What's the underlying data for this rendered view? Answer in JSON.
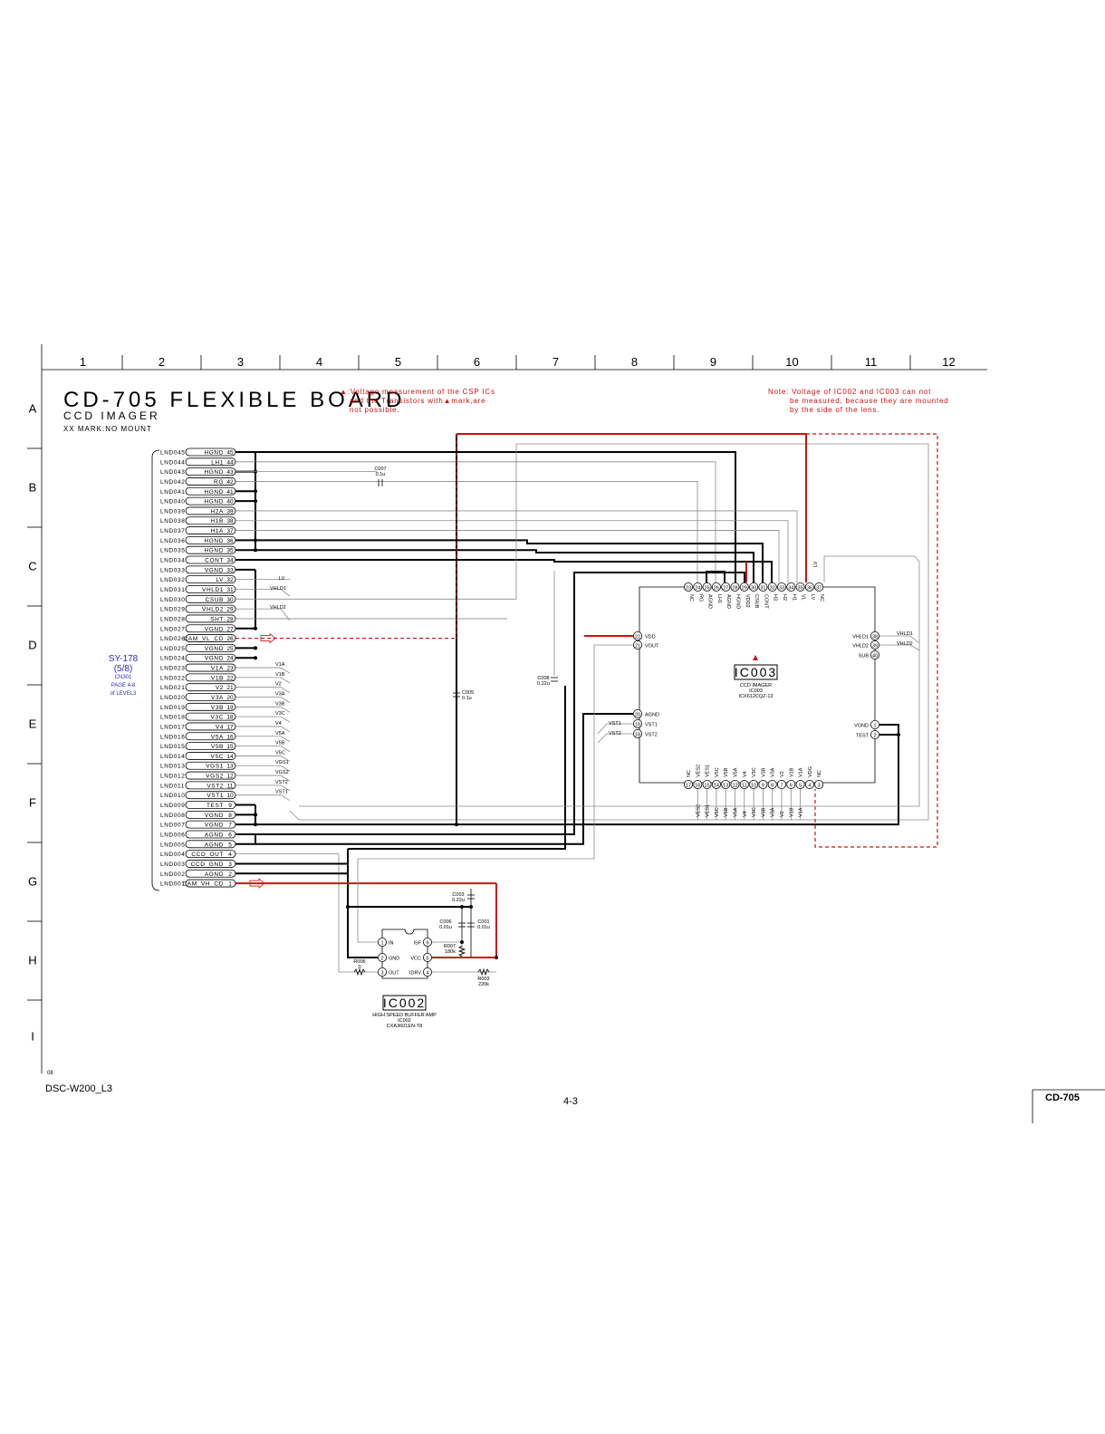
{
  "header": {
    "title": "CD-705 FLEXIBLE BOARD",
    "subtitle": "CCD IMAGER",
    "no_mount_note": "XX MARK:NO MOUNT",
    "warning_lines": [
      "▲:Voltage measurement of the CSP ICs",
      "and the Transistors with▲mark,are",
      "not possible."
    ],
    "note_lines": [
      "Note:  Voltage of IC002 and IC003 can not",
      "be measured, because they are mounted",
      "by the side of the lens."
    ]
  },
  "grid": {
    "columns": [
      "1",
      "2",
      "3",
      "4",
      "5",
      "6",
      "7",
      "8",
      "9",
      "10",
      "11",
      "12"
    ],
    "rows": [
      "A",
      "B",
      "C",
      "D",
      "E",
      "F",
      "G",
      "H",
      "I"
    ]
  },
  "connector_ref": {
    "lines": [
      "SY-178",
      "(5/8)",
      "CN301",
      "PAGE 4-8",
      "of LEVEL3"
    ]
  },
  "connector": {
    "pins": [
      {
        "land": "LND045",
        "name": "HGND",
        "num": "45"
      },
      {
        "land": "LND044",
        "name": "LH1",
        "num": "44"
      },
      {
        "land": "LND043",
        "name": "HGND",
        "num": "43"
      },
      {
        "land": "LND042",
        "name": "RG",
        "num": "42"
      },
      {
        "land": "LND041",
        "name": "HGND",
        "num": "41"
      },
      {
        "land": "LND040",
        "name": "HGND",
        "num": "40"
      },
      {
        "land": "LND039",
        "name": "H2A",
        "num": "39"
      },
      {
        "land": "LND038",
        "name": "H1B",
        "num": "38"
      },
      {
        "land": "LND037",
        "name": "H1A",
        "num": "37"
      },
      {
        "land": "LND036",
        "name": "HGND",
        "num": "36"
      },
      {
        "land": "LND035",
        "name": "HGND",
        "num": "35"
      },
      {
        "land": "LND034",
        "name": "CONT",
        "num": "34"
      },
      {
        "land": "LND033",
        "name": "VGND",
        "num": "33"
      },
      {
        "land": "LND032",
        "name": "LV",
        "num": "32"
      },
      {
        "land": "LND031",
        "name": "VHLD1",
        "num": "31"
      },
      {
        "land": "LND030",
        "name": "CSUB",
        "num": "30"
      },
      {
        "land": "LND029",
        "name": "VHLD2",
        "num": "29"
      },
      {
        "land": "LND028",
        "name": "SHT",
        "num": "28"
      },
      {
        "land": "LND027",
        "name": "VGND",
        "num": "27"
      },
      {
        "land": "LND026",
        "name": "CAM_VL_CD",
        "num": "26"
      },
      {
        "land": "LND025",
        "name": "VGND",
        "num": "25"
      },
      {
        "land": "LND024",
        "name": "VGND",
        "num": "24"
      },
      {
        "land": "LND023",
        "name": "V1A",
        "num": "23"
      },
      {
        "land": "LND022",
        "name": "V1B",
        "num": "22"
      },
      {
        "land": "LND021",
        "name": "V2",
        "num": "21"
      },
      {
        "land": "LND020",
        "name": "V3A",
        "num": "20"
      },
      {
        "land": "LND019",
        "name": "V3B",
        "num": "19"
      },
      {
        "land": "LND018",
        "name": "V3C",
        "num": "18"
      },
      {
        "land": "LND017",
        "name": "V4",
        "num": "17"
      },
      {
        "land": "LND016",
        "name": "V5A",
        "num": "16"
      },
      {
        "land": "LND015",
        "name": "V5B",
        "num": "15"
      },
      {
        "land": "LND014",
        "name": "V5C",
        "num": "14"
      },
      {
        "land": "LND013",
        "name": "VGS1",
        "num": "13"
      },
      {
        "land": "LND012",
        "name": "VGS2",
        "num": "12"
      },
      {
        "land": "LND011",
        "name": "VST2",
        "num": "11"
      },
      {
        "land": "LND010",
        "name": "VST1",
        "num": "10"
      },
      {
        "land": "LND009",
        "name": "TEST",
        "num": "9"
      },
      {
        "land": "LND008",
        "name": "VGND",
        "num": "8"
      },
      {
        "land": "LND007",
        "name": "VGND",
        "num": "7"
      },
      {
        "land": "LND006",
        "name": "AGND",
        "num": "6"
      },
      {
        "land": "LND005",
        "name": "AGND",
        "num": "5"
      },
      {
        "land": "LND004",
        "name": "CCD_OUT",
        "num": "4"
      },
      {
        "land": "LND003",
        "name": "CCD_GND",
        "num": "3"
      },
      {
        "land": "LND002",
        "name": "AGND",
        "num": "2"
      },
      {
        "land": "LND001",
        "name": "CAM_VH_CD",
        "num": "1"
      }
    ]
  },
  "net_labels": {
    "upper": [
      "LV",
      "VHLD1",
      "VHLD2"
    ],
    "lower": [
      "V1A",
      "V1B",
      "V2",
      "V3A",
      "V3B",
      "V3C",
      "V4",
      "V5A",
      "V5B",
      "V5C",
      "VGS1",
      "VGS2",
      "VST2",
      "VST1"
    ]
  },
  "parts": {
    "c007": {
      "ref": "C007",
      "val": "0.1u"
    },
    "c005": {
      "ref": "C005",
      "val": "0.1u"
    },
    "c008": {
      "ref": "C008",
      "val": "0.22u"
    },
    "c003": {
      "ref": "C003",
      "val": "0.22u"
    },
    "c006": {
      "ref": "C006",
      "val": "0.01u"
    },
    "c001": {
      "ref": "C001",
      "val": "0.01u"
    },
    "r007": {
      "ref": "R007",
      "val": "180k"
    },
    "r006": {
      "ref": "R006",
      "val": "0"
    },
    "r003": {
      "ref": "R003",
      "val": "220k"
    }
  },
  "ic003": {
    "label": "IC003",
    "desc": [
      "CCD IMAGER",
      "IC003",
      "ICX612CQZ-13"
    ],
    "top_pins": [
      {
        "num": "23",
        "name": "NC"
      },
      {
        "num": "24",
        "name": "RG"
      },
      {
        "num": "25",
        "name": "AGND"
      },
      {
        "num": "26",
        "name": "LH1"
      },
      {
        "num": "27",
        "name": "AGND"
      },
      {
        "num": "28",
        "name": "HGND"
      },
      {
        "num": "29",
        "name": "VDD2"
      },
      {
        "num": "30",
        "name": "CSUB"
      },
      {
        "num": "31",
        "name": "CONT"
      },
      {
        "num": "32",
        "name": "H3"
      },
      {
        "num": "33",
        "name": "H2"
      },
      {
        "num": "34",
        "name": "H1"
      },
      {
        "num": "35",
        "name": "VL"
      },
      {
        "num": "36",
        "name": "LV"
      },
      {
        "num": "37",
        "name": "NC"
      }
    ],
    "bottom_pins": [
      {
        "num": "17",
        "name": "NC"
      },
      {
        "num": "16",
        "name": "VES2"
      },
      {
        "num": "15",
        "name": "VES1"
      },
      {
        "num": "14",
        "name": "V5C"
      },
      {
        "num": "13",
        "name": "V5B"
      },
      {
        "num": "12",
        "name": "V5A"
      },
      {
        "num": "11",
        "name": "V4"
      },
      {
        "num": "10",
        "name": "V3C"
      },
      {
        "num": "9",
        "name": "V3B"
      },
      {
        "num": "8",
        "name": "V3A"
      },
      {
        "num": "7",
        "name": "V2"
      },
      {
        "num": "6",
        "name": "V1B"
      },
      {
        "num": "5",
        "name": "V1A"
      },
      {
        "num": "4",
        "name": "VDG"
      },
      {
        "num": "3",
        "name": "NC"
      }
    ],
    "bottom_nets": [
      "VES2",
      "VES1",
      "V5C",
      "V5B",
      "V5A",
      "V4",
      "V3C",
      "V3B",
      "V3A",
      "V2",
      "V1B",
      "V1A"
    ],
    "left_pins": [
      {
        "num": "22",
        "name": "VDD"
      },
      {
        "num": "21",
        "name": "VOUT"
      },
      {
        "num": "20",
        "name": "AGND"
      },
      {
        "num": "19",
        "name": "VST1"
      },
      {
        "num": "18",
        "name": "VST2"
      }
    ],
    "left_nets": [
      "VST1",
      "VST2"
    ],
    "right_pins": [
      {
        "num": "38",
        "name": "VHLD1"
      },
      {
        "num": "39",
        "name": "VHLD2"
      },
      {
        "num": "40",
        "name": "SUB"
      },
      {
        "num": "1",
        "name": "VGND"
      },
      {
        "num": "2",
        "name": "TEST"
      }
    ],
    "right_nets": [
      "VHLD1",
      "VHLD2"
    ],
    "top_net": "LV"
  },
  "ic002": {
    "label": "IC002",
    "desc": [
      "HIGH SPEED BUFFER AMP",
      "IC002",
      "CXA3601EN-T8"
    ],
    "pins": [
      {
        "num": "1",
        "name": "IN"
      },
      {
        "num": "2",
        "name": "GND"
      },
      {
        "num": "3",
        "name": "OUT"
      },
      {
        "num": "6",
        "name": "ISF"
      },
      {
        "num": "5",
        "name": "VCC"
      },
      {
        "num": "4",
        "name": "IDRV"
      }
    ]
  },
  "footer": {
    "model": "DSC-W200_L3",
    "page": "4-3",
    "board": "CD-705",
    "revision": "08"
  },
  "colors": {
    "ink": "#000000",
    "red": "#d01010",
    "blue": "#2a2ad0",
    "wire_gray": "#8a8a8a"
  }
}
